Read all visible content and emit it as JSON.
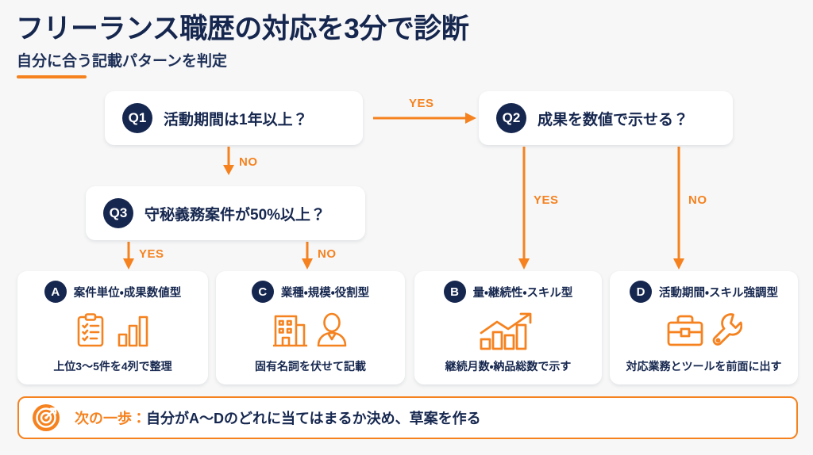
{
  "header": {
    "title": "フリーランス職歴の対応を3分で診断",
    "subtitle": "自分に合う記載パターンを判定"
  },
  "colors": {
    "navy": "#16274f",
    "orange": "#f5821f",
    "background": "#f7f7f7",
    "card": "#ffffff"
  },
  "questions": [
    {
      "id": "q1",
      "badge": "Q1",
      "text": "活動期間は1年以上？"
    },
    {
      "id": "q2",
      "badge": "Q2",
      "text": "成果を数値で示せる？"
    },
    {
      "id": "q3",
      "badge": "Q3",
      "text": "守秘義務案件が50%以上？"
    }
  ],
  "edges": [
    {
      "from": "Q1",
      "to": "Q2",
      "label": "YES",
      "direction": "right"
    },
    {
      "from": "Q1",
      "to": "Q3",
      "label": "NO",
      "direction": "down"
    },
    {
      "from": "Q2",
      "to": "B",
      "label": "YES",
      "direction": "down"
    },
    {
      "from": "Q2",
      "to": "D",
      "label": "NO",
      "direction": "down"
    },
    {
      "from": "Q3",
      "to": "A",
      "label": "YES",
      "direction": "down"
    },
    {
      "from": "Q3",
      "to": "C",
      "label": "NO",
      "direction": "down"
    }
  ],
  "edge_labels": {
    "q1_yes": "YES",
    "q1_no": "NO",
    "q2_yes": "YES",
    "q2_no": "NO",
    "q3_yes": "YES",
    "q3_no": "NO"
  },
  "cards": [
    {
      "badge": "A",
      "title": "案件単位・成果数値型",
      "caption": "上位3〜5件を4列で整理",
      "icons": [
        "clipboard-check-icon",
        "bar-chart-icon"
      ]
    },
    {
      "badge": "C",
      "title": "業種・規模・役割型",
      "caption": "固有名詞を伏せて記載",
      "icons": [
        "office-building-icon",
        "person-icon"
      ]
    },
    {
      "badge": "B",
      "title": "量・継続性・スキル型",
      "caption": "継続月数・納品総数で示す",
      "icons": [
        "growth-chart-icon"
      ]
    },
    {
      "badge": "D",
      "title": "活動期間・スキル強調型",
      "caption": "対応業務とツールを前面に出す",
      "icons": [
        "briefcase-icon",
        "wrench-icon"
      ]
    }
  ],
  "footer": {
    "icon": "target-icon",
    "lead": "次の一歩：",
    "text": "自分がA〜Dのどれに当てはまるか決め、草案を作る"
  }
}
